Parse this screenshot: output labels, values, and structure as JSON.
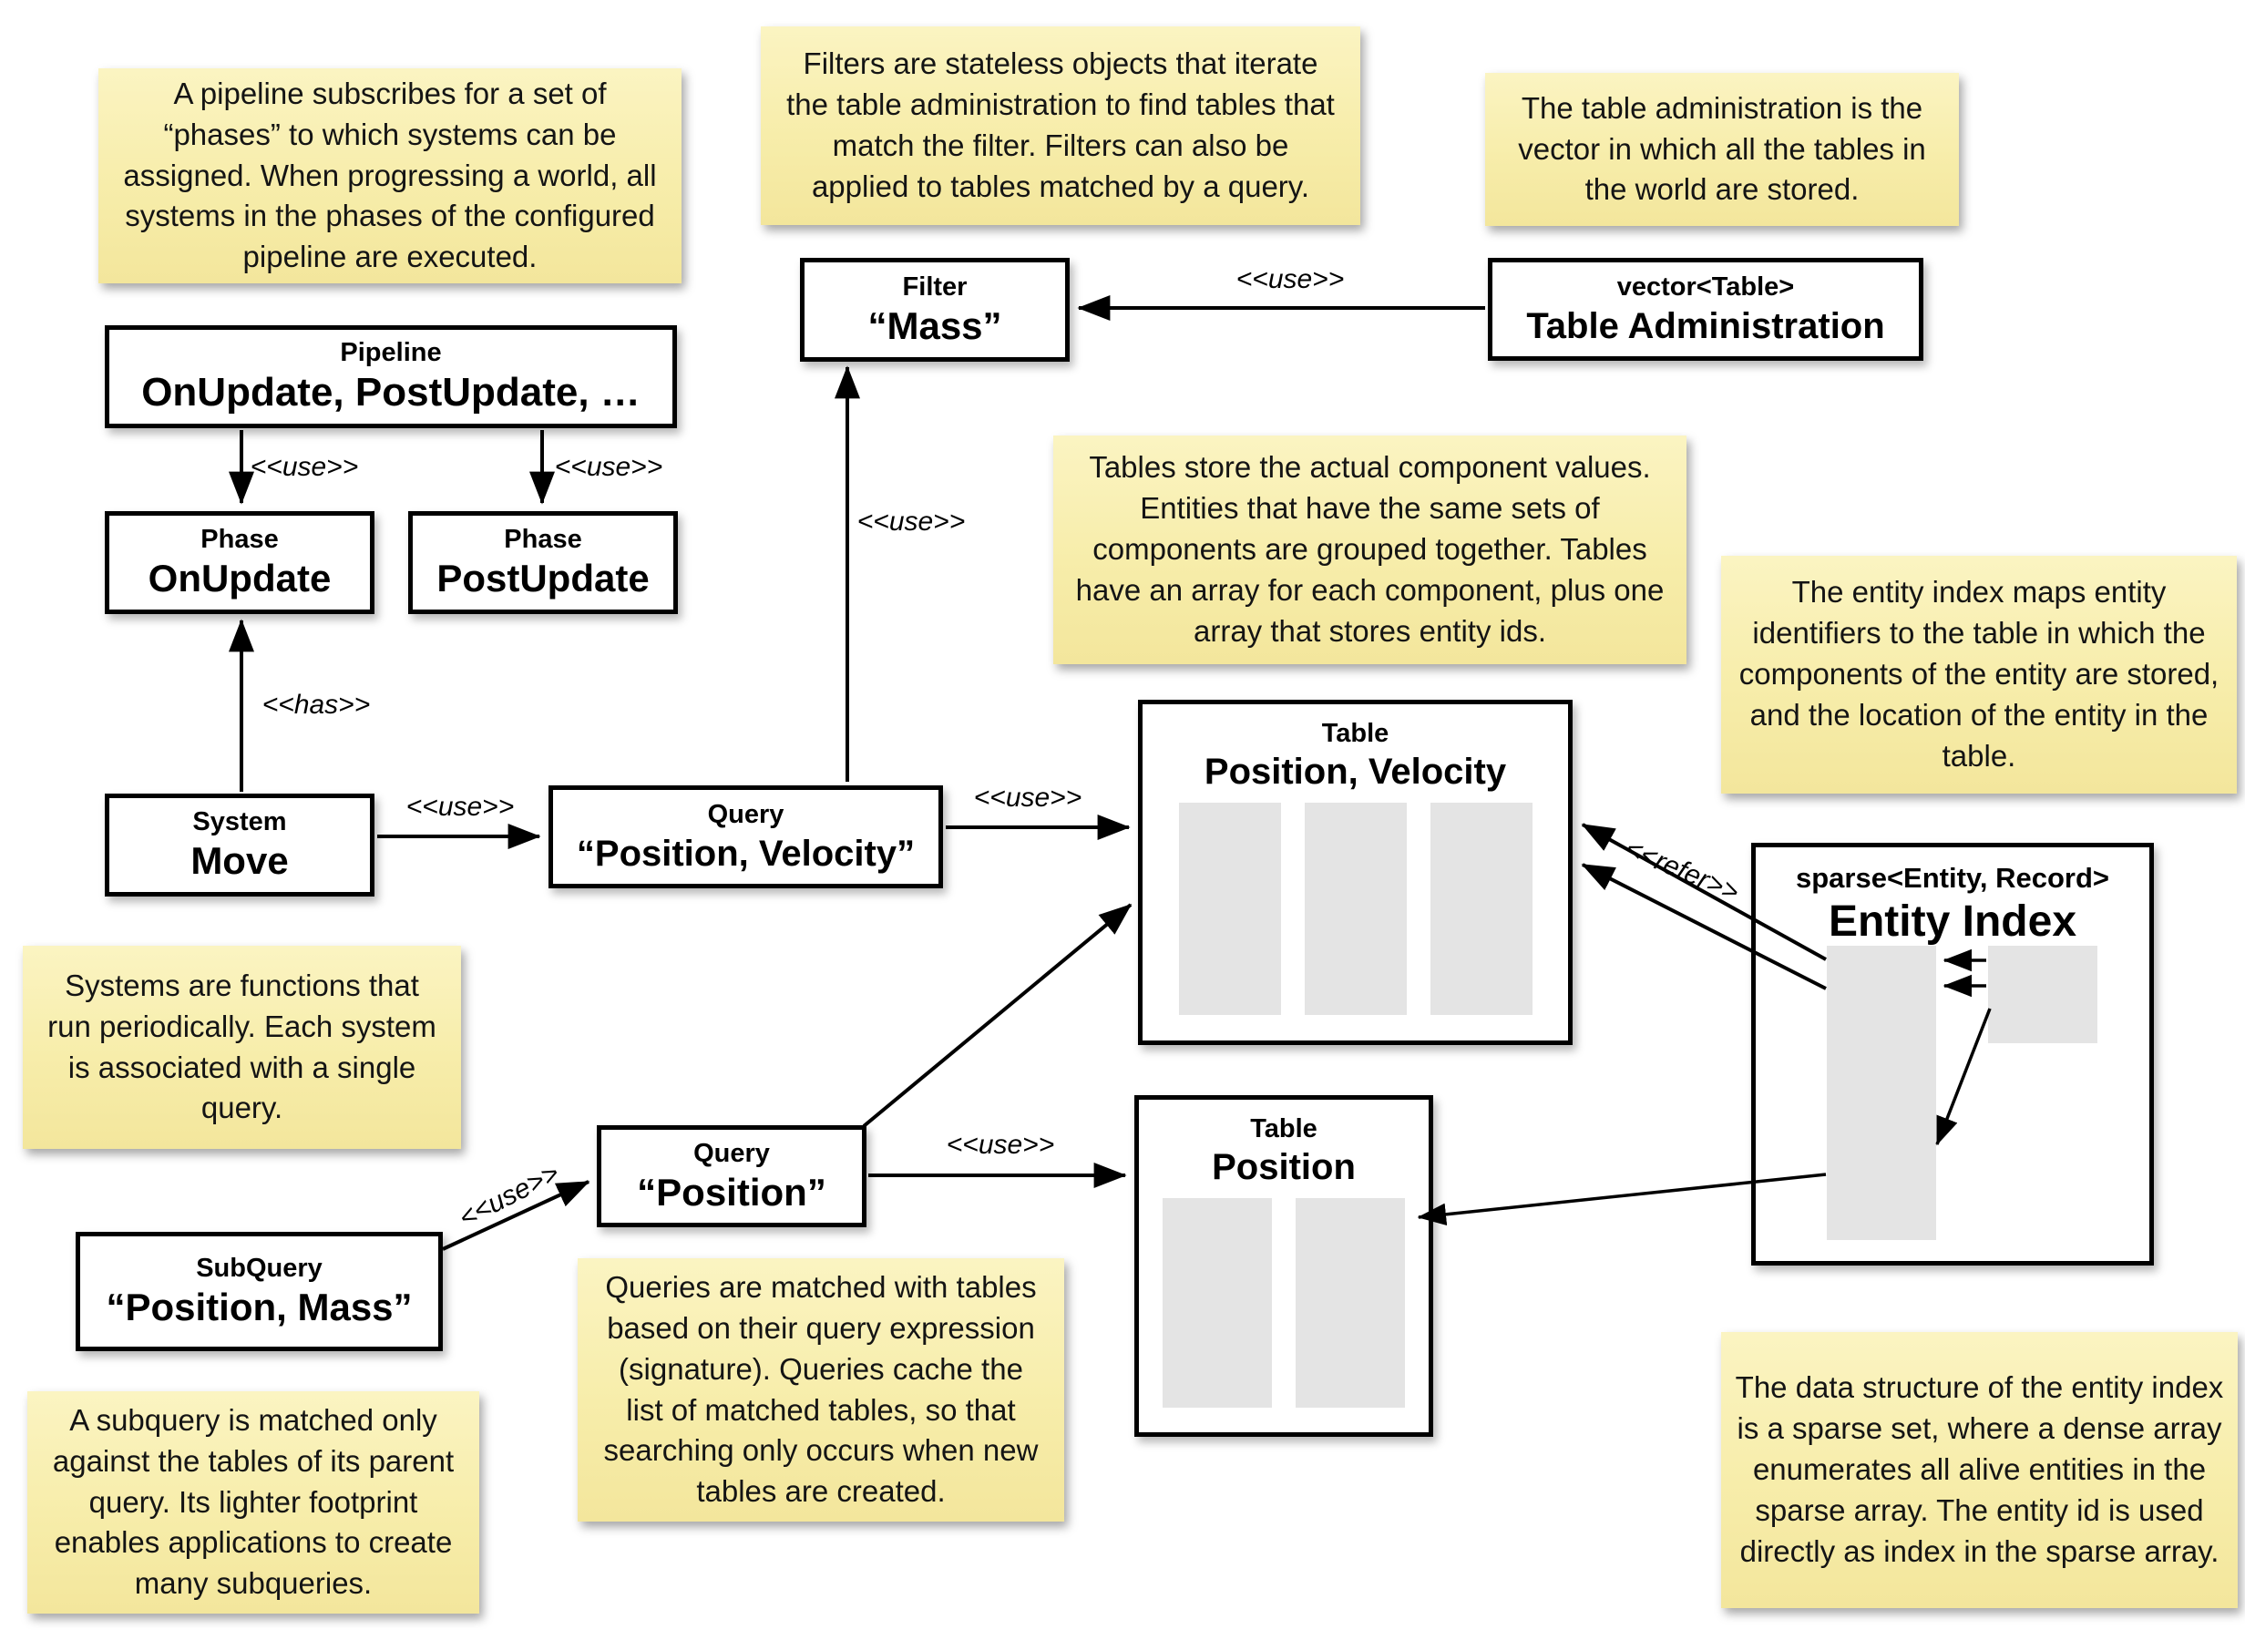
{
  "edge_labels": {
    "use": "<<use>>",
    "has": "<<has>>",
    "refer": "<<refer>>"
  },
  "notes": {
    "pipeline": {
      "text": "A pipeline subscribes for a set of “phases” to which systems can be assigned. When progressing a world, all systems in the phases of the configured pipeline are executed."
    },
    "filters": {
      "text": "Filters are stateless objects that iterate the table administration to find tables that match the filter. Filters can also be applied to tables matched by a query."
    },
    "table_admin": {
      "text": "The table administration is the vector in which all the tables in the world are stored."
    },
    "tables": {
      "text": "Tables store the actual component values. Entities that have the same sets of components are grouped together. Tables have an array for each component, plus one array that stores entity ids."
    },
    "entity_index": {
      "text": "The entity index maps entity identifiers to the table in which the components of the entity are stored, and the location of the entity in the table."
    },
    "systems": {
      "text": "Systems are functions that run periodically. Each system is associated with a single query."
    },
    "subquery": {
      "text": "A subquery is matched only against the tables of its parent query. Its lighter footprint enables applications to create many subqueries."
    },
    "queries": {
      "text": "Queries are matched with tables based on their query expression (signature). Queries cache the list of matched tables, so that searching only occurs when new tables are created."
    },
    "sparse_set": {
      "text": "The data structure of the entity index is a sparse set, where a dense array enumerates all alive entities in the sparse array. The entity id is used directly as index in the sparse array."
    }
  },
  "boxes": {
    "pipeline": {
      "stereotype": "Pipeline",
      "name": "OnUpdate, PostUpdate, …"
    },
    "phase_onupdate": {
      "stereotype": "Phase",
      "name": "OnUpdate"
    },
    "phase_postupdate": {
      "stereotype": "Phase",
      "name": "PostUpdate"
    },
    "filter_mass": {
      "stereotype": "Filter",
      "name": "“Mass”"
    },
    "table_administration": {
      "stereotype": "vector<Table>",
      "name": "Table Administration"
    },
    "system_move": {
      "stereotype": "System",
      "name": "Move"
    },
    "query_position_velocity": {
      "stereotype": "Query",
      "name": "“Position, Velocity”"
    },
    "query_position": {
      "stereotype": "Query",
      "name": "“Position”"
    },
    "subquery_position_mass": {
      "stereotype": "SubQuery",
      "name": "“Position, Mass”"
    },
    "table_position_velocity": {
      "stereotype": "Table",
      "name": "Position, Velocity"
    },
    "table_position": {
      "stereotype": "Table",
      "name": "Position"
    },
    "entity_index": {
      "stereotype": "sparse<Entity, Record>",
      "name": "Entity Index"
    }
  },
  "colors": {
    "note_gradient_top": "#fbf4c2",
    "note_gradient_bottom": "#f3e69c",
    "box_background": "#ffffff",
    "line_and_border": "#000000",
    "array_fill": "#e4e4e4"
  }
}
